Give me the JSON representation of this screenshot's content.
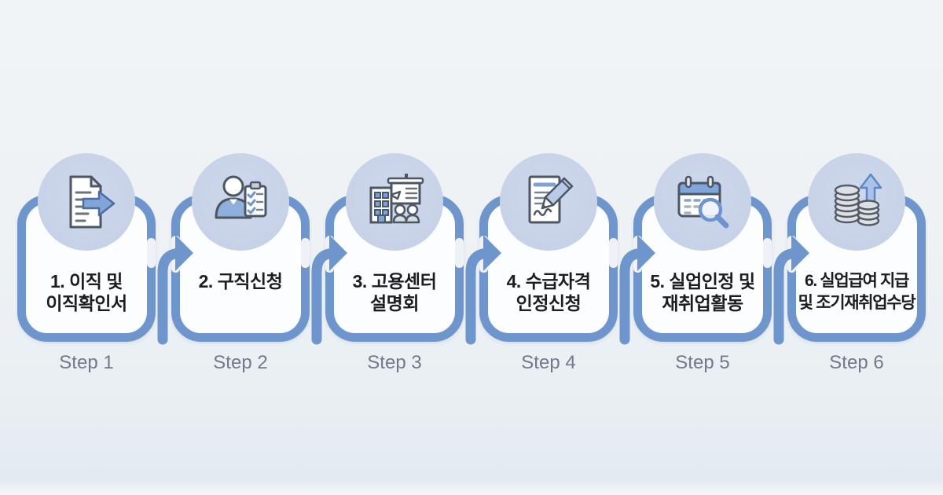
{
  "flow": {
    "steps": [
      {
        "icon": "document-out-arrow-icon",
        "title_lines": [
          "1. 이직 및",
          "이직확인서"
        ],
        "step_label": "Step 1"
      },
      {
        "icon": "person-clipboard-icon",
        "title_lines": [
          "2. 구직신청"
        ],
        "step_label": "Step 2"
      },
      {
        "icon": "building-presentation-icon",
        "title_lines": [
          "3. 고용센터",
          "설명회"
        ],
        "step_label": "Step 3"
      },
      {
        "icon": "document-pen-icon",
        "title_lines": [
          "4. 수급자격",
          "인정신청"
        ],
        "step_label": "Step 4"
      },
      {
        "icon": "calendar-magnifier-icon",
        "title_lines": [
          "5. 실업인정 및",
          "재취업활동"
        ],
        "step_label": "Step 5"
      },
      {
        "icon": "coins-up-arrow-icon",
        "title_lines": [
          "6. 실업급여 지급",
          "및 조기재취업수당"
        ],
        "step_label": "Step 6"
      }
    ],
    "colors": {
      "card_border_blue": "#6f95cd",
      "arrow_blue": "#6f95cd",
      "circle_fill": "#c9d4e9",
      "card_fill": "#fcfdff",
      "title_text": "#1b1d21",
      "step_label_text": "#717a8a",
      "background": "#eef2f5"
    }
  }
}
